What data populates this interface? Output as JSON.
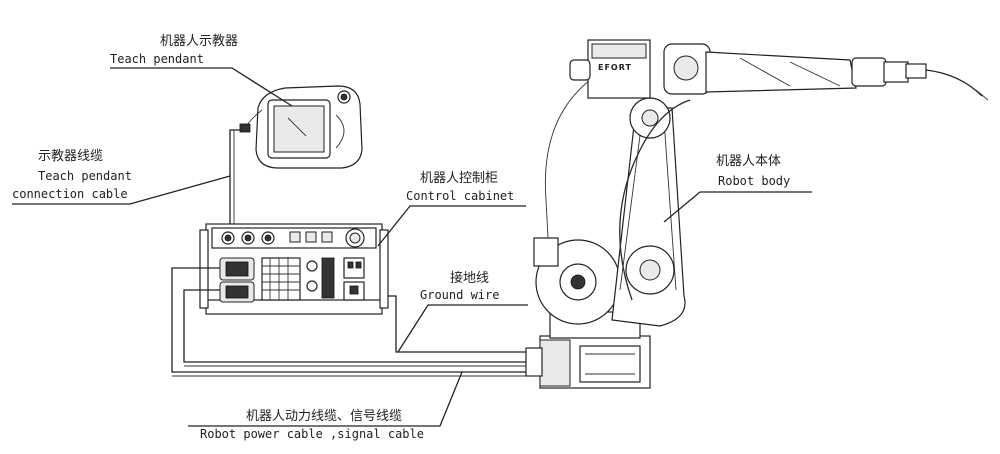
{
  "labels": {
    "teach_pendant": {
      "cn": "机器人示教器",
      "en": "Teach pendant"
    },
    "pendant_cable": {
      "cn": "示教器线缆",
      "en1": "Teach pendant",
      "en2": "connection cable"
    },
    "control_cabinet": {
      "cn": "机器人控制柜",
      "en": "Control cabinet"
    },
    "robot_body": {
      "cn": "机器人本体",
      "en": "Robot body"
    },
    "ground_wire": {
      "cn": "接地线",
      "en": "Ground wire"
    },
    "power_signal_cable": {
      "cn": "机器人动力线缆、信号线缆",
      "en": "Robot power cable ,signal cable"
    }
  },
  "robot_brand": "EFORT"
}
